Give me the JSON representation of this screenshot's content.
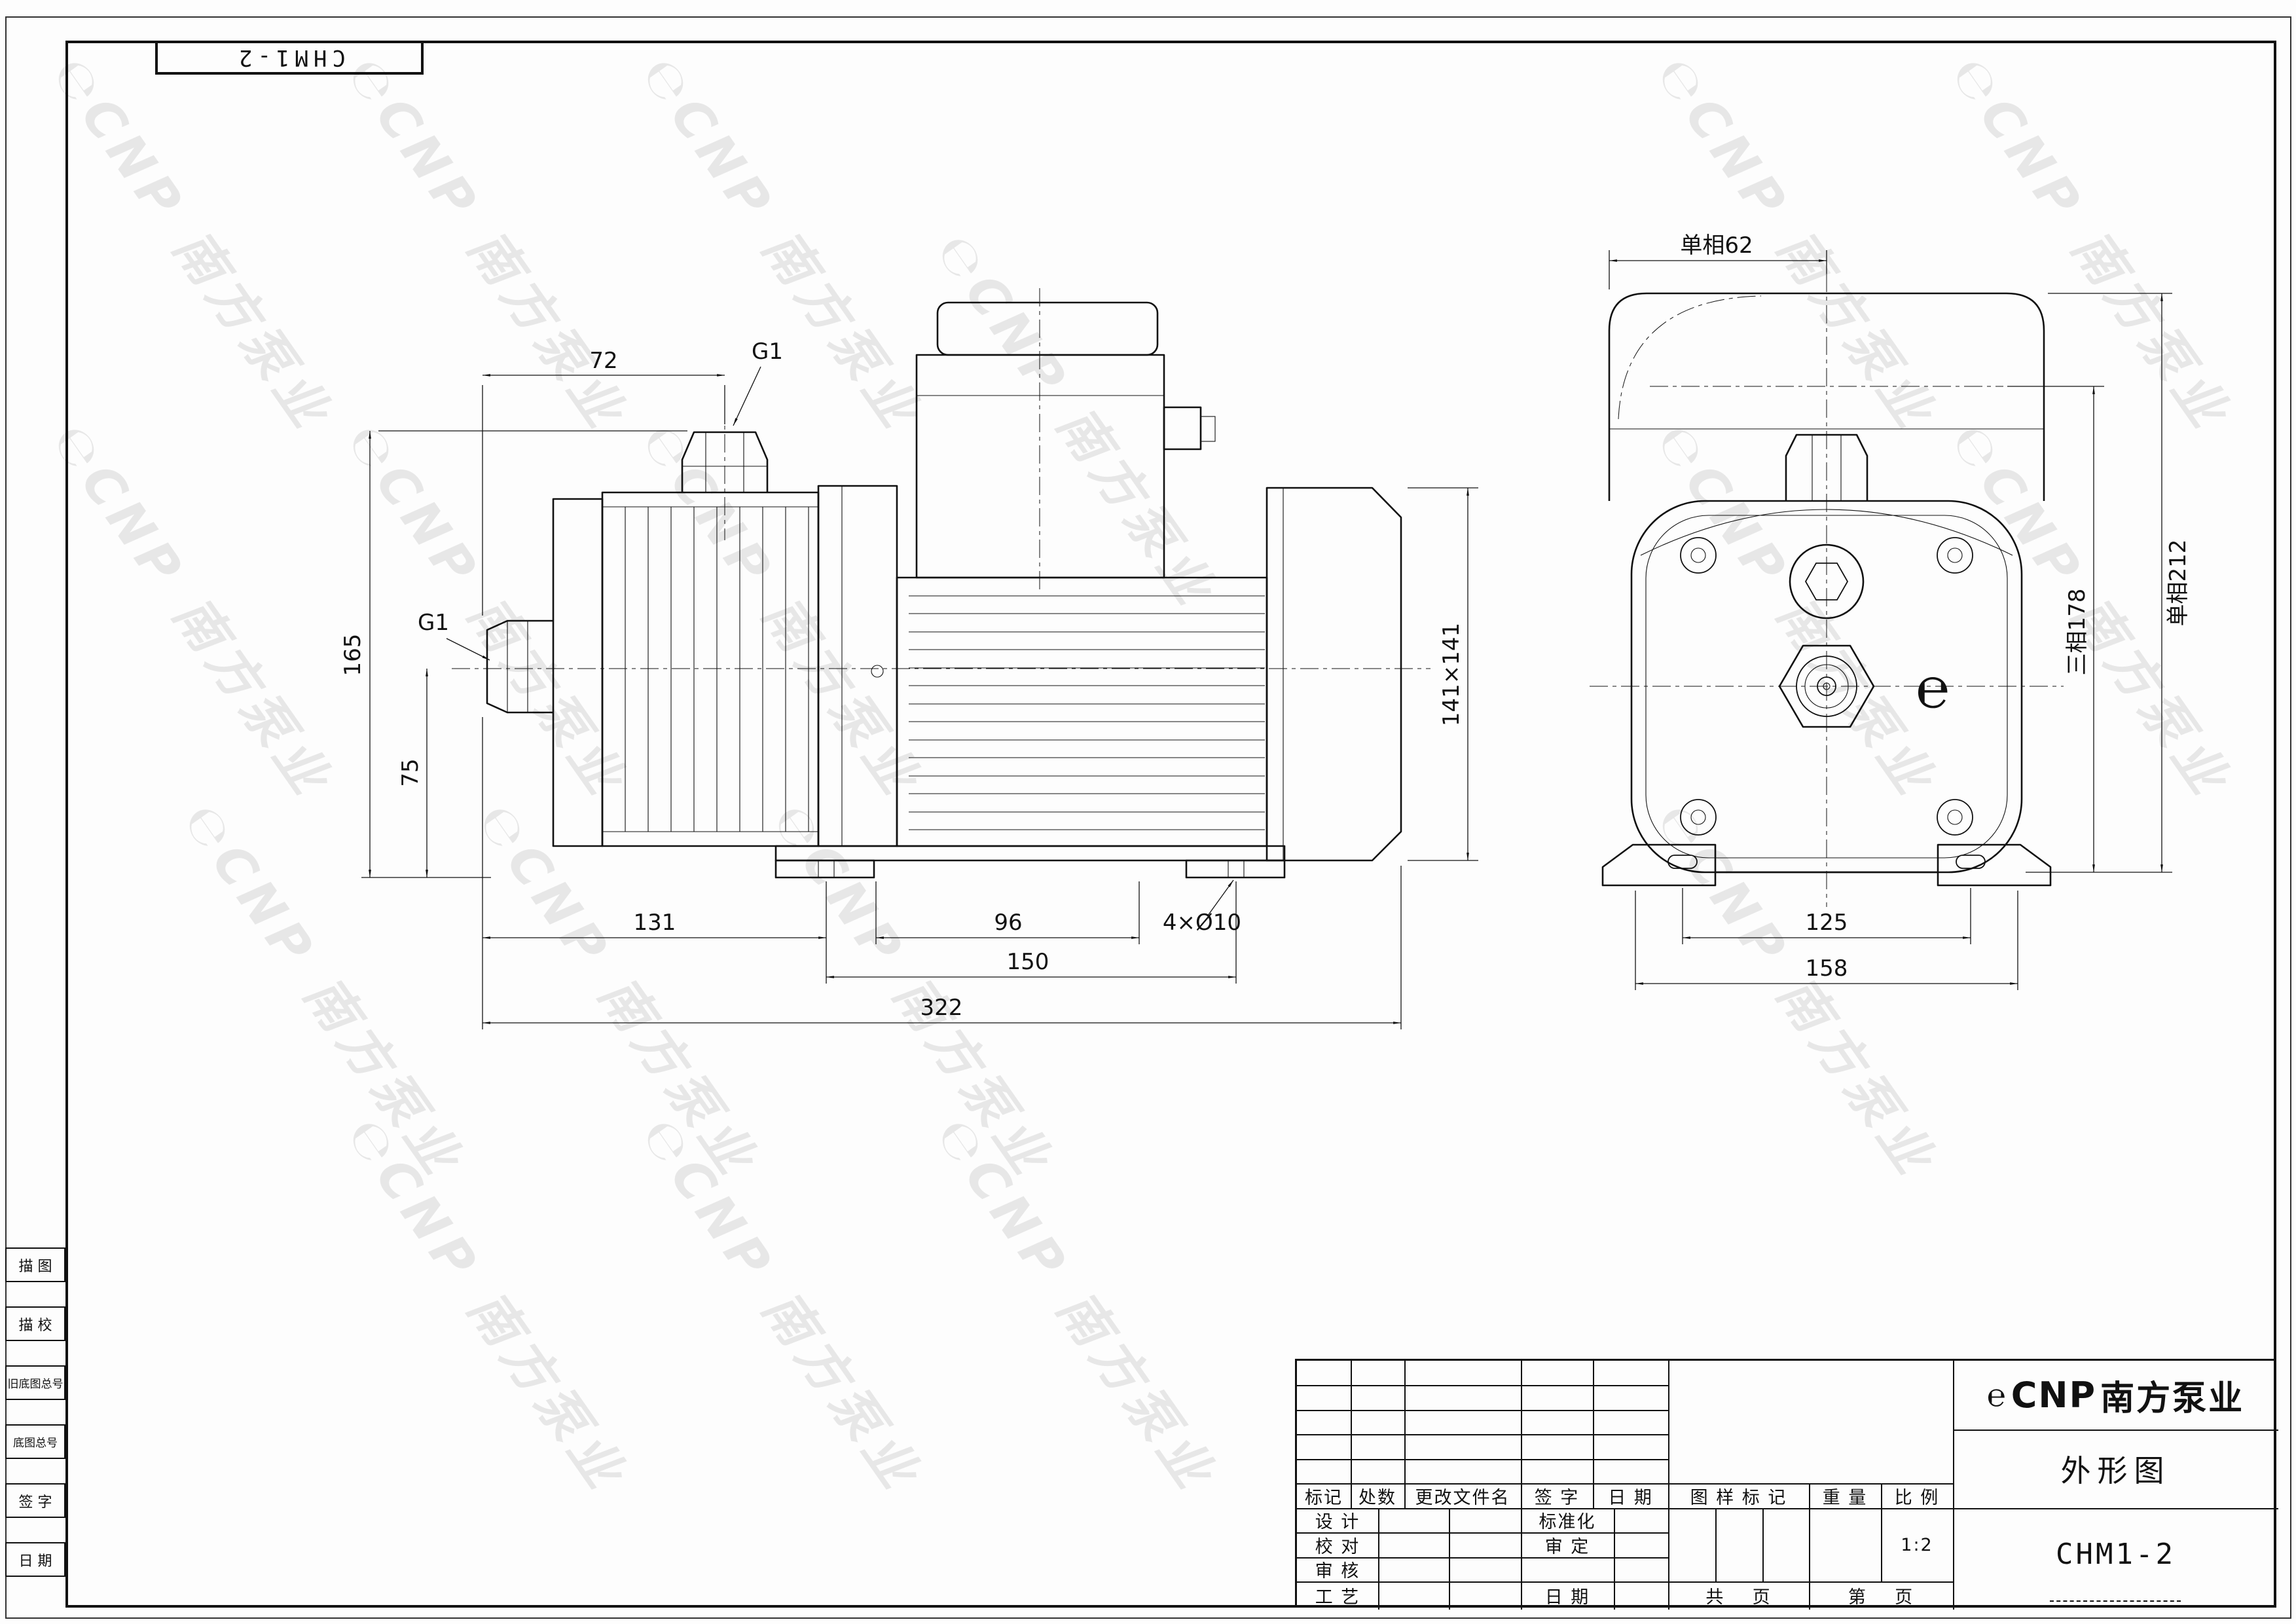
{
  "sheet": {
    "ref_label": "CHM1-2"
  },
  "watermark": {
    "text": "℮CNP 南方泵业"
  },
  "left_stub": {
    "items": [
      "描  图",
      "描  校",
      "旧底图总号",
      "底图总号",
      "签  字",
      "日  期"
    ]
  },
  "side_view": {
    "dim_72": "72",
    "g1_top": "G1",
    "g1_side": "G1",
    "dim_165": "165",
    "dim_75": "75",
    "dim_141": "141×141",
    "dim_131": "131",
    "dim_96": "96",
    "bolt_note": "4×Ø10",
    "dim_150": "150",
    "dim_322": "322"
  },
  "end_view": {
    "dim_top": "单相62",
    "dim_right_outer": "单相212",
    "dim_right_inner": "三相178",
    "dim_125": "125",
    "dim_158": "158",
    "logo_glyph": "℮"
  },
  "title_block": {
    "change_header": [
      "标记",
      "处数",
      "更改文件名",
      "签 字",
      "日 期"
    ],
    "roles_left": [
      "设 计",
      "校 对",
      "审 核",
      "工 艺"
    ],
    "roles_mid": [
      "标准化",
      "审 定",
      "日 期"
    ],
    "stamp_header": [
      "图 样 标 记",
      "重 量",
      "比 例"
    ],
    "scale_value": "1:2",
    "pages_total": "共    页",
    "pages_no": "第    页",
    "brand_glyph": "℮",
    "brand_cnp": "CNP",
    "brand_name": "南方泵业",
    "doc_type": "外形图",
    "model": "CHM1-2"
  }
}
